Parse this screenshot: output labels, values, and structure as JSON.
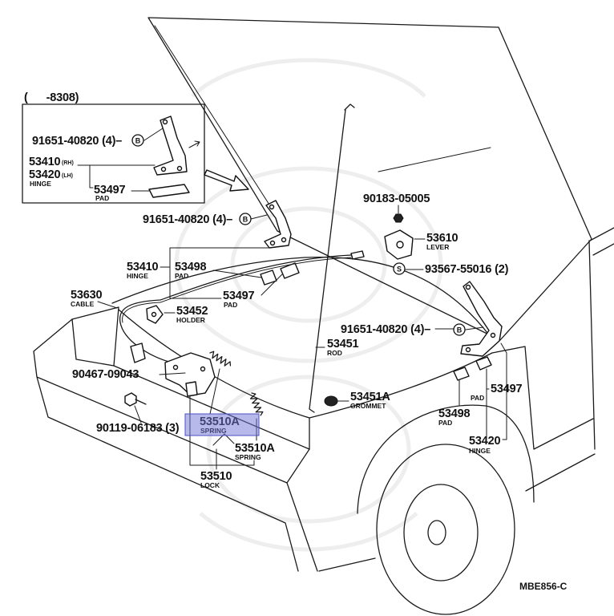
{
  "diagram": {
    "code": "MBE856-C",
    "highlight_color": "#6f74d6",
    "inset": {
      "range": "(      -8308)",
      "bolt": "91651-40820 (4)–",
      "bolt_mark": "B",
      "hinge_rh": "53410",
      "hinge_rh_side": "(RH)",
      "hinge_lh": "53420",
      "hinge_lh_side": "(LH)",
      "hinge_name": "HINGE",
      "pad_no": "53497",
      "pad_name": "PAD"
    },
    "callouts": {
      "hinge_bolt_left": {
        "no": "91651-40820 (4)–",
        "mark": "B"
      },
      "hinge_left": {
        "no": "53410",
        "name": "HINGE"
      },
      "pad_53498_left": {
        "no": "53498",
        "name": "PAD"
      },
      "pad_53497_left": {
        "no": "53497",
        "name": "PAD"
      },
      "cable": {
        "no": "53630",
        "name": "CABLE"
      },
      "holder": {
        "no": "53452",
        "name": "HOLDER"
      },
      "lever_bolt": {
        "no": "90183-05005"
      },
      "lever": {
        "no": "53610",
        "name": "LEVER"
      },
      "lever_screw": {
        "mark": "S",
        "no": "93567-55016 (2)"
      },
      "hinge_bolt_right": {
        "no": "91651-40820 (4)–",
        "mark": "B"
      },
      "rod": {
        "no": "53451",
        "name": "ROD"
      },
      "grommet": {
        "no": "53451A",
        "name": "GROMMET"
      },
      "lock_bolt": {
        "no": "90467-09043"
      },
      "lock_screw": {
        "no": "90119-06183 (3)"
      },
      "spring_1": {
        "no": "53510A",
        "name": "SPRING"
      },
      "spring_2": {
        "no": "53510A",
        "name": "SPRING"
      },
      "lock": {
        "no": "53510",
        "name": "LOCK"
      },
      "pad_53497_right": {
        "no": "53497",
        "name": "PAD"
      },
      "pad_53498_right": {
        "no": "53498",
        "name": "PAD"
      },
      "hinge_right": {
        "no": "53420",
        "name": "HINGE"
      }
    }
  }
}
